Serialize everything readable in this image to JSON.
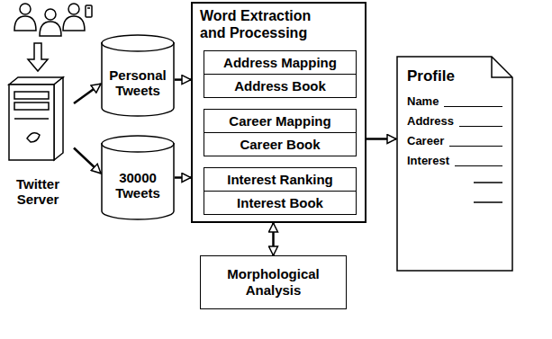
{
  "diagram": {
    "nodes": [
      {
        "text": [
          "Twitter Server"
        ]
      },
      {
        "text": [
          "Personal Tweets"
        ]
      },
      {
        "text": [
          "30000 Tweets"
        ]
      },
      {
        "text": [
          "Word Extraction and Processing"
        ]
      },
      {
        "text": [
          "Address Mapping"
        ],
        "in": 3
      },
      {
        "text": [
          "Address Book"
        ],
        "in": 3
      },
      {
        "text": [
          "Career Mapping"
        ],
        "in": 3
      },
      {
        "text": [
          "Career Book"
        ],
        "in": 3
      },
      {
        "text": [
          "Interest Ranking"
        ],
        "in": 3
      },
      {
        "text": [
          "Interest Book"
        ],
        "in": 3
      },
      {
        "text": [
          "Profile",
          "Name",
          "Address",
          "Career",
          "Interest"
        ]
      },
      {
        "text": [
          "Morphological Analysis"
        ]
      }
    ],
    "edges": [
      {
        "from": 0,
        "to": 1,
        "arrow": "to"
      },
      {
        "from": 0,
        "to": 2,
        "arrow": "to"
      },
      {
        "from": 1,
        "to": 3,
        "arrow": "to"
      },
      {
        "from": 2,
        "to": 3,
        "arrow": "to"
      },
      {
        "from": 3,
        "to": 10,
        "arrow": "to"
      },
      {
        "from": 3,
        "to": 11,
        "arrow": "both"
      }
    ]
  }
}
